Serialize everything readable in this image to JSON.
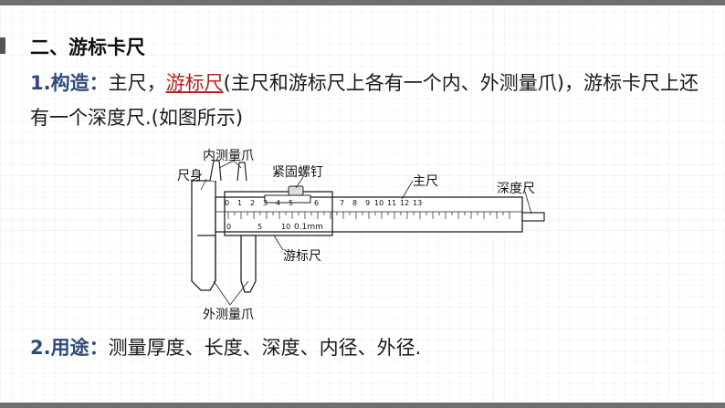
{
  "section_title": "二、游标卡尺",
  "item1": {
    "lead": "1.构造：",
    "text_a": "主尺，",
    "highlight": "游标尺",
    "text_b": "(主尺和游标尺上各有一个内、外测量爪)，游标卡尺上还有一个深度尺.(如图所示)"
  },
  "figure": {
    "labels": {
      "inner_jaw": "内测量爪",
      "body": "尺身",
      "screw": "紧固螺钉",
      "main_scale": "主尺",
      "depth_rod": "深度尺",
      "vernier": "游标尺",
      "outer_jaw": "外测量爪",
      "precision": "0.1mm"
    },
    "main_ticks": [
      "0",
      "1",
      "2",
      "3",
      "4",
      "5",
      "6",
      "7",
      "8",
      "9",
      "10",
      "11",
      "12",
      "13"
    ],
    "vernier_ticks": [
      "0",
      "5",
      "10"
    ]
  },
  "item2": {
    "lead": "2.用途：",
    "text": "测量厚度、长度、深度、内径、外径."
  }
}
